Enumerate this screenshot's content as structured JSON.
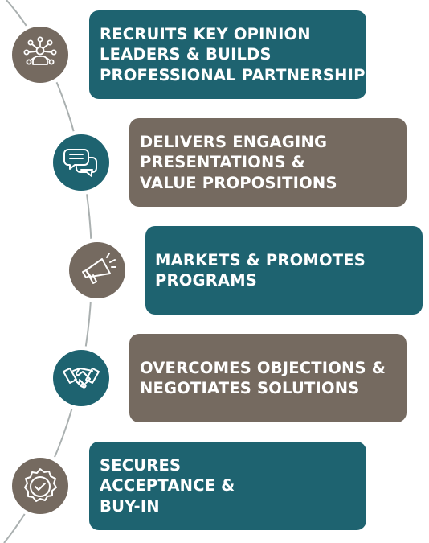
{
  "colors": {
    "teal": "#1e6370",
    "brown": "#756a60",
    "arc": "#aab0b0"
  },
  "steps": [
    {
      "lines": [
        "RECRUITS KEY OPINION",
        "LEADERS & BUILDS",
        "PROFESSIONAL PARTNERSHIPS"
      ],
      "color": "brown-icon teal-card",
      "icon": "network-person-icon"
    },
    {
      "lines": [
        "DELIVERS ENGAGING",
        "PRESENTATIONS &",
        "VALUE PROPOSITIONS"
      ],
      "color": "teal-icon brown-card",
      "icon": "speech-bubbles-icon"
    },
    {
      "lines": [
        "MARKETS & PROMOTES",
        "PROGRAMS"
      ],
      "color": "brown-icon teal-card",
      "icon": "megaphone-icon"
    },
    {
      "lines": [
        "OVERCOMES OBJECTIONS &",
        "NEGOTIATES SOLUTIONS"
      ],
      "color": "teal-icon brown-card",
      "icon": "handshake-icon"
    },
    {
      "lines": [
        "SECURES",
        "ACCEPTANCE &",
        "BUY-IN"
      ],
      "color": "brown-icon teal-card",
      "icon": "checkmark-badge-icon"
    }
  ]
}
